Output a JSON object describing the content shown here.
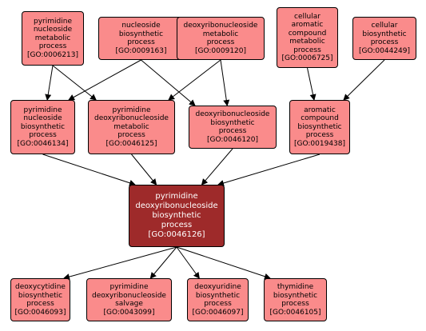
{
  "colors": {
    "node_fill": "#fa8b8b",
    "focus_fill": "#9e2a2a",
    "focus_text": "#ffffff",
    "edge": "#000000"
  },
  "nodes": {
    "n6213": {
      "lines": [
        "pyrimidine",
        "nucleoside",
        "metabolic",
        "process",
        "[GO:0006213]"
      ]
    },
    "n9163": {
      "lines": [
        "nucleoside",
        "biosynthetic",
        "process",
        "[GO:0009163]"
      ]
    },
    "n9120": {
      "lines": [
        "deoxyribonucleoside",
        "metabolic",
        "process",
        "[GO:0009120]"
      ]
    },
    "n6725": {
      "lines": [
        "cellular",
        "aromatic",
        "compound",
        "metabolic",
        "process",
        "[GO:0006725]"
      ]
    },
    "n44249": {
      "lines": [
        "cellular",
        "biosynthetic",
        "process",
        "[GO:0044249]"
      ]
    },
    "n46134": {
      "lines": [
        "pyrimidine",
        "nucleoside",
        "biosynthetic",
        "process",
        "[GO:0046134]"
      ]
    },
    "n46125": {
      "lines": [
        "pyrimidine",
        "deoxyribonucleoside",
        "metabolic",
        "process",
        "[GO:0046125]"
      ]
    },
    "n46120": {
      "lines": [
        "deoxyribonucleoside",
        "biosynthetic",
        "process",
        "[GO:0046120]"
      ]
    },
    "n19438": {
      "lines": [
        "aromatic",
        "compound",
        "biosynthetic",
        "process",
        "[GO:0019438]"
      ]
    },
    "n46126": {
      "lines": [
        "pyrimidine",
        "deoxyribonucleoside",
        "biosynthetic",
        "process",
        "[GO:0046126]"
      ]
    },
    "n46093": {
      "lines": [
        "deoxycytidine",
        "biosynthetic",
        "process",
        "[GO:0046093]"
      ]
    },
    "n43099": {
      "lines": [
        "pyrimidine",
        "deoxyribonucleoside",
        "salvage",
        "[GO:0043099]"
      ]
    },
    "n46097": {
      "lines": [
        "deoxyuridine",
        "biosynthetic",
        "process",
        "[GO:0046097]"
      ]
    },
    "n46105": {
      "lines": [
        "thymidine",
        "biosynthetic",
        "process",
        "[GO:0046105]"
      ]
    }
  },
  "edges": [
    [
      "n6213",
      "n46134"
    ],
    [
      "n6213",
      "n46125"
    ],
    [
      "n9163",
      "n46134"
    ],
    [
      "n9163",
      "n46120"
    ],
    [
      "n9120",
      "n46125"
    ],
    [
      "n9120",
      "n46120"
    ],
    [
      "n6725",
      "n19438"
    ],
    [
      "n44249",
      "n19438"
    ],
    [
      "n46134",
      "n46126"
    ],
    [
      "n46125",
      "n46126"
    ],
    [
      "n46120",
      "n46126"
    ],
    [
      "n19438",
      "n46126"
    ],
    [
      "n46126",
      "n46093"
    ],
    [
      "n46126",
      "n43099"
    ],
    [
      "n46126",
      "n46097"
    ],
    [
      "n46126",
      "n46105"
    ]
  ]
}
